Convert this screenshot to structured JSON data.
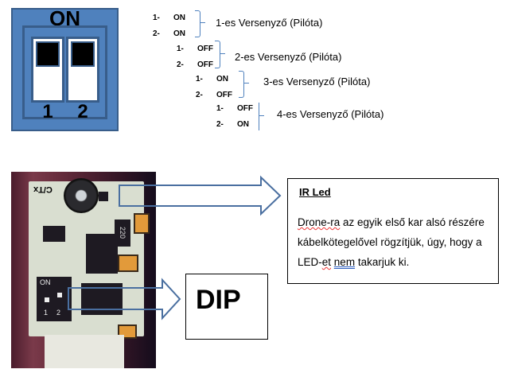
{
  "dip_diagram": {
    "title": "ON",
    "switches": [
      {
        "number": "1",
        "position": "ON"
      },
      {
        "number": "2",
        "position": "ON"
      }
    ],
    "colors": {
      "fill": "#4f81bd",
      "border": "#385d8a"
    }
  },
  "configurations": [
    {
      "rows": [
        {
          "n": "1-",
          "state": "ON"
        },
        {
          "n": "2-",
          "state": "ON"
        }
      ],
      "label": "1-es Versenyző (Pilóta)"
    },
    {
      "rows": [
        {
          "n": "1-",
          "state": "OFF"
        },
        {
          "n": "2-",
          "state": "OFF"
        }
      ],
      "label": "2-es Versenyző (Pilóta)"
    },
    {
      "rows": [
        {
          "n": "1-",
          "state": "ON"
        },
        {
          "n": "2-",
          "state": "OFF"
        }
      ],
      "label": "3-es Versenyző (Pilóta)"
    },
    {
      "rows": [
        {
          "n": "1-",
          "state": "OFF"
        },
        {
          "n": "2-",
          "state": "ON"
        }
      ],
      "label": "4-es Versenyző (Pilóta)"
    }
  ],
  "photo": {
    "pcb_marking": "C/Tx",
    "resistor_marking": "220",
    "dip_on_label": "ON",
    "dip_numbers": [
      "1",
      "2"
    ]
  },
  "ir_callout": {
    "title": "IR Led",
    "body_parts": [
      "Drone-ra",
      " az egyik első kar alsó részére kábelkötegelővel rögzítjük, úgy, hogy a LED-",
      "et",
      " ",
      "nem",
      " takarjuk ki."
    ]
  },
  "dip_callout": {
    "label": "DIP"
  },
  "arrow_color": "#4a6fa0"
}
